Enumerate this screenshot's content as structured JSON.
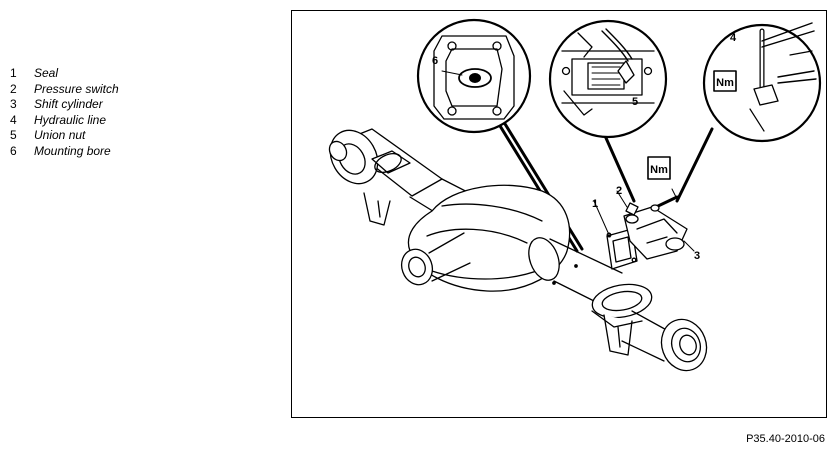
{
  "legend": {
    "items": [
      {
        "num": "1",
        "text": "Seal"
      },
      {
        "num": "2",
        "text": "Pressure switch"
      },
      {
        "num": "3",
        "text": "Shift cylinder"
      },
      {
        "num": "4",
        "text": "Hydraulic line"
      },
      {
        "num": "5",
        "text": "Union nut"
      },
      {
        "num": "6",
        "text": "Mounting bore"
      }
    ]
  },
  "figure": {
    "callouts": {
      "c1": "1",
      "c2": "2",
      "c3": "3",
      "c4": "4",
      "c5": "5",
      "c6": "6"
    },
    "torque_label": "Nm",
    "reference": "P35.40-2010-06"
  }
}
